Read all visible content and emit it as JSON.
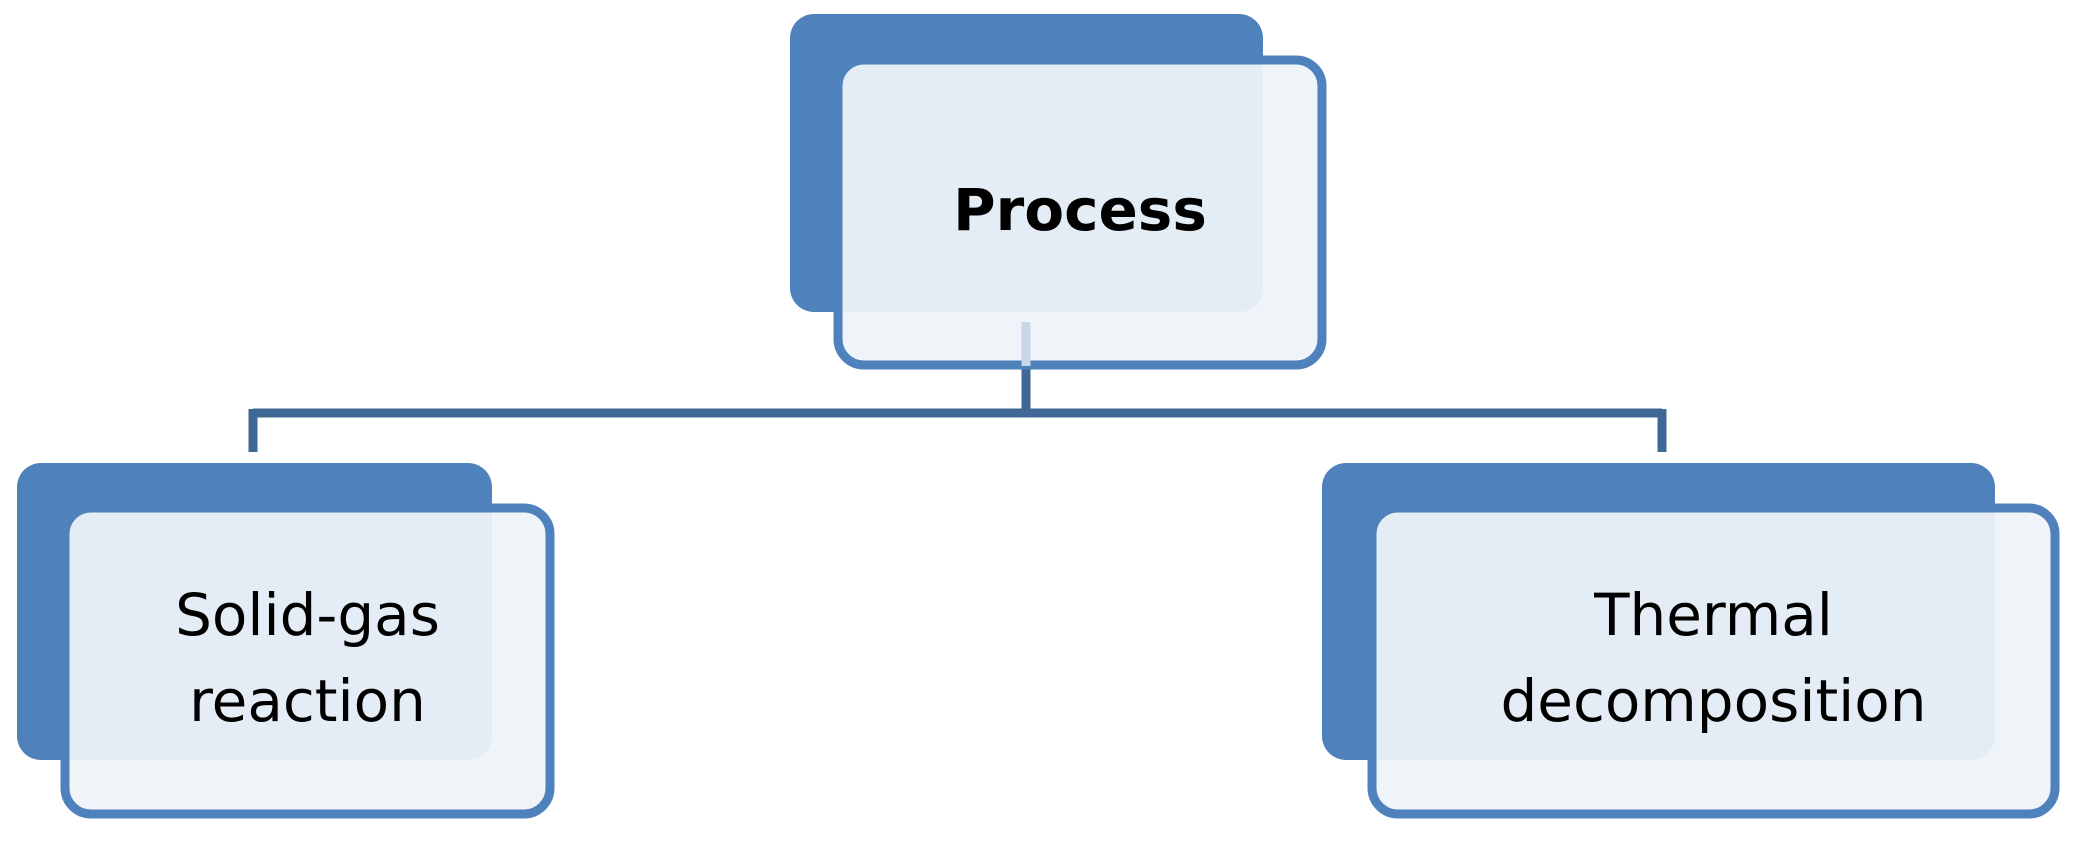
{
  "diagram": {
    "root": {
      "label": "Process"
    },
    "children": [
      {
        "label": "Solid-gas\nreaction"
      },
      {
        "label": "Thermal\ndecomposition"
      }
    ]
  },
  "colors": {
    "back_card": "#4f81bd",
    "front_fill": "#eef3f9",
    "front_border": "#4f81bd",
    "connector": "#3f6897",
    "text": "#000000"
  }
}
